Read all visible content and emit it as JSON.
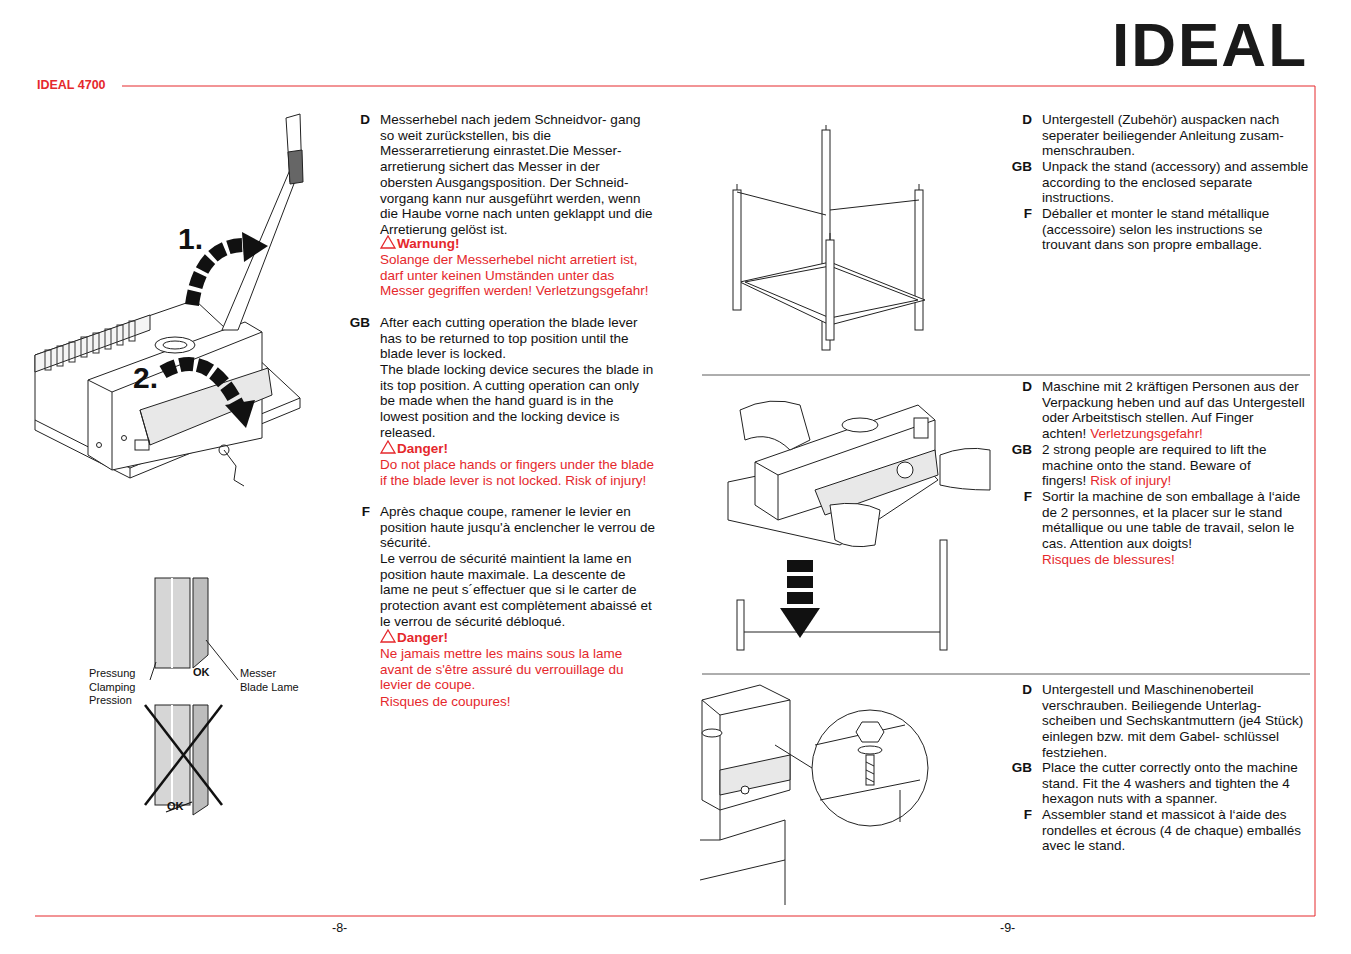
{
  "diagram": {
    "labels": [
      "IDEAL 4700",
      "IDEAL",
      "1.",
      "2.",
      "Pressung Clamping Pression",
      "OK",
      "Messer Blade Lame",
      "OK",
      "D",
      "Messerhebel nach jedem Schneidvor- gang so weit zurückstellen, bis die Messerarretierung einrastet.Die Messer- arretierung sichert das Messer in der obersten Ausgangsposition. Der Schneid- vorgang kann nur ausgeführt werden, wenn die Haube vorne nach unten geklappt und die Arretierung gelöst ist.",
      "Warnung!",
      "Solange der Messerhebel nicht arretiert ist, darf unter keinen Umständen unter das Messer gegriffen werden! Verletzungsgefahr!",
      "GB",
      "After each cutting operation the blade lever has to be returned to top position until the blade lever is locked.",
      "The blade locking device secures the blade in its top position. A cutting operation can only be made when the hand guard is in the lowest position and the locking device is released.",
      "Danger!",
      "Do not place hands or fingers under the blade if the blade lever is not locked. Risk of injury!",
      "F",
      "Après chaque coupe, ramener le levier en position haute jusqu'à enclencher le verrou de sécurité.",
      "Le verrou de sécurité maintient la lame en position haute maximale. La descente de lame ne peut s´effectuer que si le carter de protection avant est complètement abaissé et le verrou de sécurité débloqué.",
      "Danger!",
      "Ne jamais mettre les mains sous la lame avant de s'être assuré du verrouillage du levier de coupe.",
      "Risques de coupures!",
      "D",
      "Untergestell (Zubehör) auspacken nach seperater beiliegender Anleitung zusam- menschrauben.",
      "GB",
      "Unpack the stand (accessory) and assemble according to the enclosed separate instructions.",
      "F",
      "Déballer et monter le stand métallique (accessoire) selon les instructions se trouvant dans son propre emballage.",
      "D",
      "Maschine mit 2 kräftigen Personen aus der Verpackung heben und auf das Untergestell oder Arbeitstisch stellen. Auf Finger achten!",
      "Verletzungsgefahr!",
      "GB",
      "2 strong people are required to lift the machine onto the stand. Beware of fingers!",
      "Risk of injury!",
      "F",
      "Sortir la machine de son emballage à l‘aide de 2 personnes, et la placer sur le stand métallique ou une table de travail, selon le cas. Attention aux doigts!",
      "Risques de blessures!",
      "D",
      "Untergestell und Maschinenoberteil verschrauben. Beiliegende Unterlag- scheiben und Sechskantmuttern (je4 Stück) einlegen bzw. mit dem Gabel- schlüssel festziehen.",
      "GB",
      "Place the cutter correctly onto the machine stand. Fit the 4 washers and tighten the 4 hexagon nuts with a spanner.",
      "F",
      "Assembler stand et massicot à l‘aide des rondelles et écrous (4 de chaque) emballés avec le stand.",
      "-8-",
      "-9-"
    ]
  }
}
